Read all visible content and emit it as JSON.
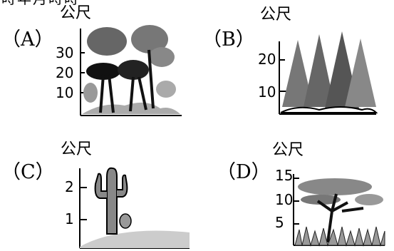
{
  "header_text": "時年月時時",
  "unit": "公尺",
  "panels": [
    {
      "label": "（A）",
      "ticks": [
        "30",
        "20",
        "10"
      ]
    },
    {
      "label": "（B）",
      "ticks": [
        "20",
        "10"
      ]
    },
    {
      "label": "（C）",
      "ticks": [
        "2",
        "1"
      ]
    },
    {
      "label": "（D）",
      "ticks": [
        "15",
        "10",
        "5"
      ]
    }
  ]
}
